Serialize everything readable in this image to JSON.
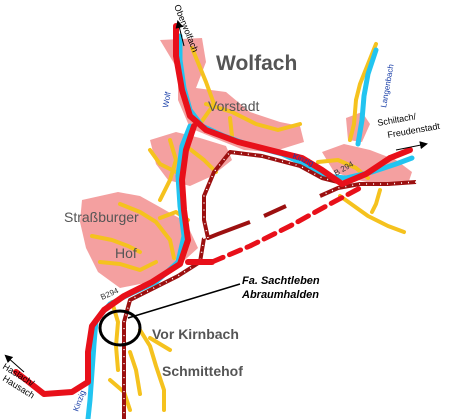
{
  "map": {
    "town_title": "Wolfach",
    "places": {
      "vorstadt": "Vorstadt",
      "strassburger": "Straßburger",
      "hof": "Hof",
      "vor_kirnbach": "Vor Kirnbach",
      "schmittehof": "Schmittehof"
    },
    "rivers": {
      "wolf": "Wolf",
      "kinzig_north": "Kinzig",
      "kinzig_south": "Kinzig",
      "langenbach": "Langenbach"
    },
    "roads": {
      "b294_east": "B 294",
      "b294_west": "B294"
    },
    "directions": {
      "oberwolfach": "Oberwolfach",
      "schiltach_line1": "Schiltach/",
      "schiltach_line2": "Freudenstadt",
      "haslach_line1": "Haslach/",
      "haslach_line2": "Hausach"
    },
    "annotation": {
      "line1": "Fa. Sachtleben",
      "line2": "Abraumhalden"
    },
    "colors": {
      "settlement": "#f4a0a0",
      "river": "#22c4f0",
      "main_road": "#e8101a",
      "local_road": "#f5c21e",
      "railway": "#9c1010",
      "marker": "#000000"
    }
  }
}
